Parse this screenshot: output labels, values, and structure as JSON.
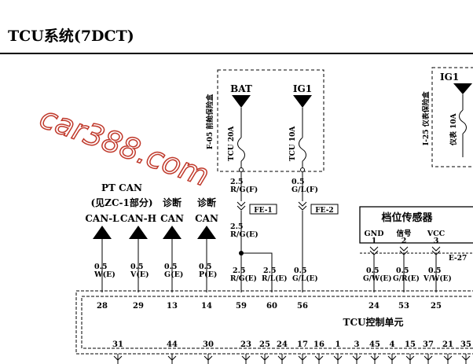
{
  "header": {
    "title": "TCU系统(7DCT)"
  },
  "watermark": {
    "text": "car388.com",
    "color": "#c0392b"
  },
  "fuse_box_front": {
    "name": "F-05 前舱保险盒",
    "fuses": [
      {
        "source": "BAT",
        "rating": "TCU 20A",
        "wire_gauge": "2.5",
        "wire_color": "R/G(F)"
      },
      {
        "source": "IG1",
        "rating": "TCU 10A",
        "wire_gauge": "0.5",
        "wire_color": "G/L(F)"
      }
    ]
  },
  "fuse_box_dash": {
    "name": "I-25 仪表保险盒",
    "source": "IG1",
    "rating": "仪表 10A"
  },
  "connectors": {
    "fe1": "FE-1",
    "fe2": "FE-2",
    "e27": "E-27"
  },
  "splice_wire": {
    "gauge": "2.5",
    "color": "R/G(E)"
  },
  "can_group": {
    "line1": "PT CAN",
    "line2": "(见ZC-1部分)"
  },
  "signals": [
    {
      "label": "CAN-L",
      "gauge": "0.5",
      "color": "W(E)",
      "pin": "28"
    },
    {
      "label": "CAN-H",
      "gauge": "0.5",
      "color": "V(E)",
      "pin": "29"
    },
    {
      "label_top": "诊断",
      "label": "CAN",
      "gauge": "0.5",
      "color": "G(E)",
      "pin": "13"
    },
    {
      "label_top": "诊断",
      "label": "CAN",
      "gauge": "0.5",
      "color": "P(E)",
      "pin": "14"
    }
  ],
  "power_pins": [
    {
      "gauge": "2.5",
      "color": "R/G(E)",
      "pin": "59"
    },
    {
      "gauge": "2.5",
      "color": "R/L(E)",
      "pin": "60"
    },
    {
      "gauge": "0.5",
      "color": "G/L(E)",
      "pin": "56"
    }
  ],
  "gear_sensor": {
    "name": "档位传感器",
    "pins": [
      {
        "name": "GND",
        "num": "1",
        "gauge": "0.5",
        "color": "G/W(E)",
        "pin": "24"
      },
      {
        "name": "信号",
        "num": "2",
        "gauge": "0.5",
        "color": "G/R(E)",
        "pin": "53"
      },
      {
        "name": "VCC",
        "num": "3",
        "gauge": "0.5",
        "color": "V/W(E)",
        "pin": "25"
      }
    ]
  },
  "tcu": {
    "name": "TCU控制单元",
    "bottom_pins": [
      "31",
      "44",
      "30",
      "23",
      "25",
      "24",
      "17",
      "16",
      "1",
      "3",
      "45",
      "4",
      "15",
      "37",
      "21",
      "35"
    ]
  }
}
